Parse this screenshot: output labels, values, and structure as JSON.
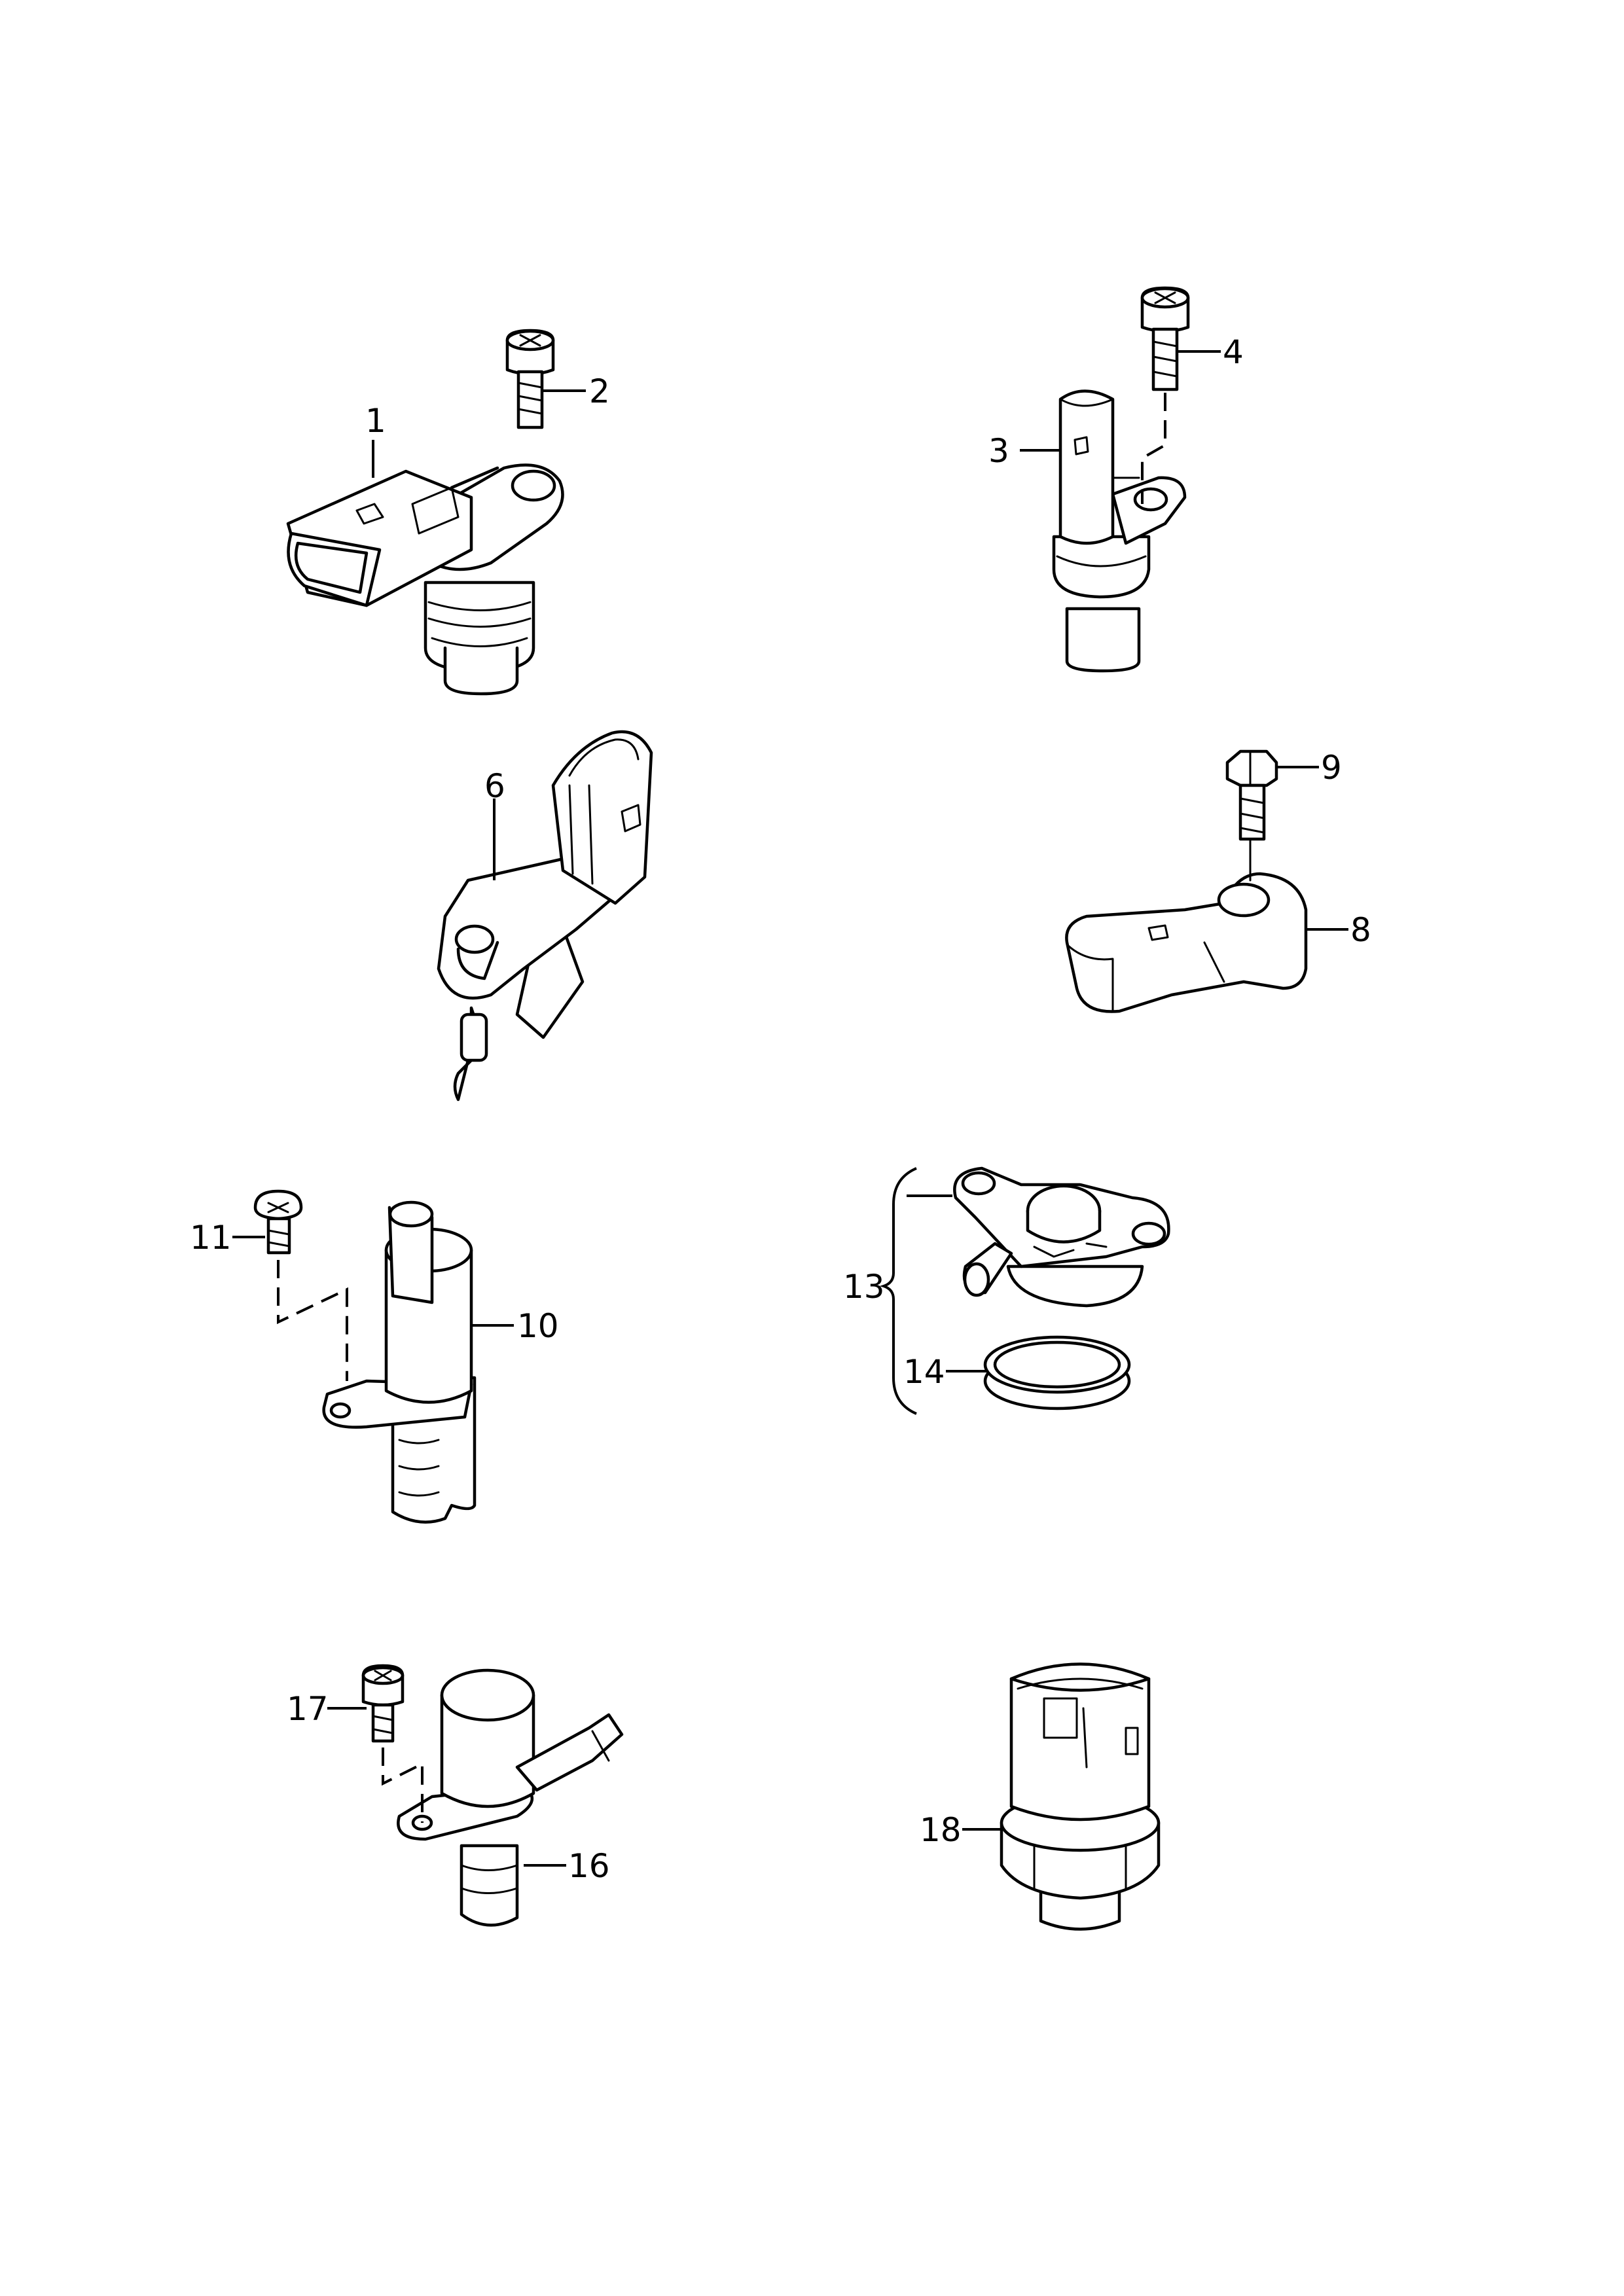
{
  "callouts": {
    "c1": "1",
    "c2": "2",
    "c3": "3",
    "c4": "4",
    "c6": "6",
    "c8": "8",
    "c9": "9",
    "c10": "10",
    "c11": "11",
    "c13": "13",
    "c14": "14",
    "c16": "16",
    "c17": "17",
    "c18": "18"
  }
}
